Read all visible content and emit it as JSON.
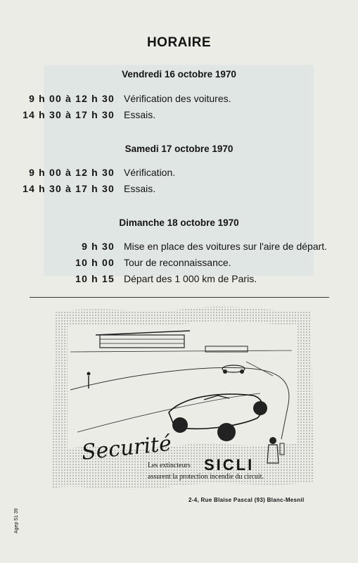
{
  "title": "HORAIRE",
  "days": [
    {
      "heading": "Vendredi 16 octobre 1970",
      "rows": [
        {
          "time": "9 h 00 à 12 h 30",
          "activity": "Vérification des voitures."
        },
        {
          "time": "14 h 30 à 17 h 30",
          "activity": "Essais."
        }
      ]
    },
    {
      "heading": "Samedi 17 octobre 1970",
      "rows": [
        {
          "time": "9 h 00 à 12 h 30",
          "activity": "Vérification."
        },
        {
          "time": "14 h 30 à 17 h 30",
          "activity": "Essais."
        }
      ]
    },
    {
      "heading": "Dimanche 18 octobre 1970",
      "rows": [
        {
          "time": "9 h 30",
          "activity": "Mise en place des voitures sur l'aire de départ."
        },
        {
          "time": "10 h 00",
          "activity": "Tour de reconnaissance."
        },
        {
          "time": "10 h 15",
          "activity": "Départ des 1 000 km de Paris."
        }
      ]
    }
  ],
  "ad": {
    "slogan": "Securité",
    "brand": "SICLI",
    "tagline_line1": "Les extincteurs",
    "tagline_line2": "assurent la protection incendie du circuit.",
    "address": "2-4, Rue Blaise Pascal (93) Blanc-Mesnil",
    "print_code": "Agep 51 39"
  }
}
